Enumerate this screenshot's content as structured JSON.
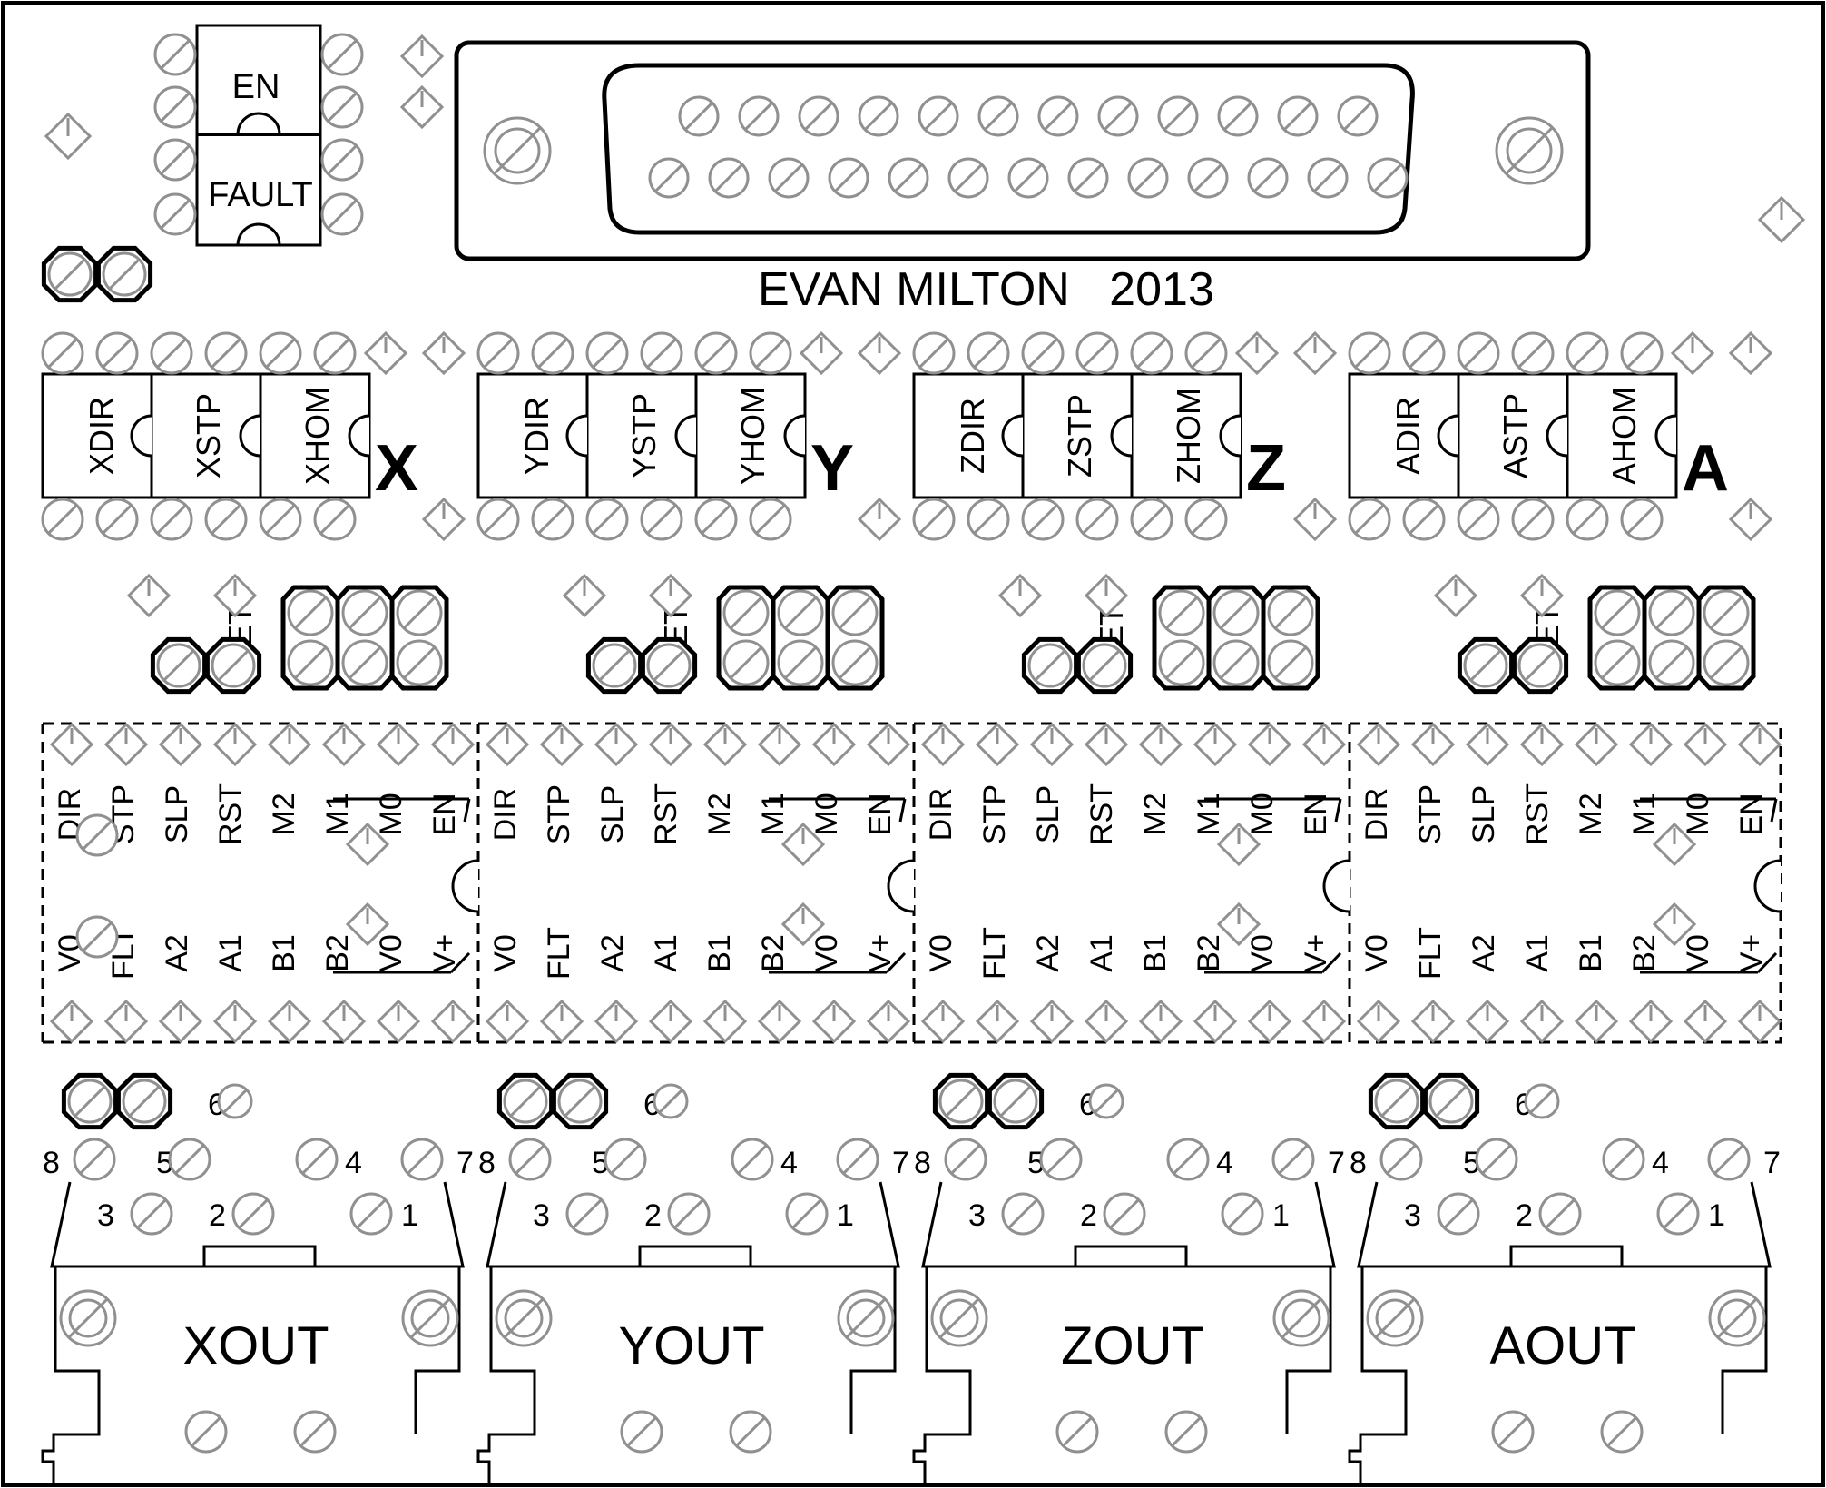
{
  "credit": "EVAN MILTON   2013",
  "status_leds": {
    "enable": "EN",
    "fault": "FAULT"
  },
  "axes": [
    {
      "letter": "X",
      "optos": [
        "XDIR",
        "XSTP",
        "XHOM"
      ],
      "set_label": "XSET",
      "output_label": "XOUT"
    },
    {
      "letter": "Y",
      "optos": [
        "YDIR",
        "YSTP",
        "YHOM"
      ],
      "set_label": "YSET",
      "output_label": "YOUT"
    },
    {
      "letter": "Z",
      "optos": [
        "ZDIR",
        "ZSTP",
        "ZHOM"
      ],
      "set_label": "ZSET",
      "output_label": "ZOUT"
    },
    {
      "letter": "A",
      "optos": [
        "ADIR",
        "ASTP",
        "AHOM"
      ],
      "set_label": "ASET",
      "output_label": "AOUT"
    }
  ],
  "driver_pins_top": [
    "DIR",
    "STP",
    "SLP",
    "RST",
    "M2",
    "M1",
    "M0",
    "EN"
  ],
  "driver_pins_bottom": [
    "V0",
    "FLT",
    "A2",
    "A1",
    "B1",
    "B2",
    "V0",
    "V+"
  ],
  "connector_pin_numbers": [
    "1",
    "2",
    "3",
    "4",
    "5",
    "6",
    "7",
    "8"
  ],
  "db25": {
    "top_row_pins": 12,
    "bottom_row_pins": 13
  }
}
